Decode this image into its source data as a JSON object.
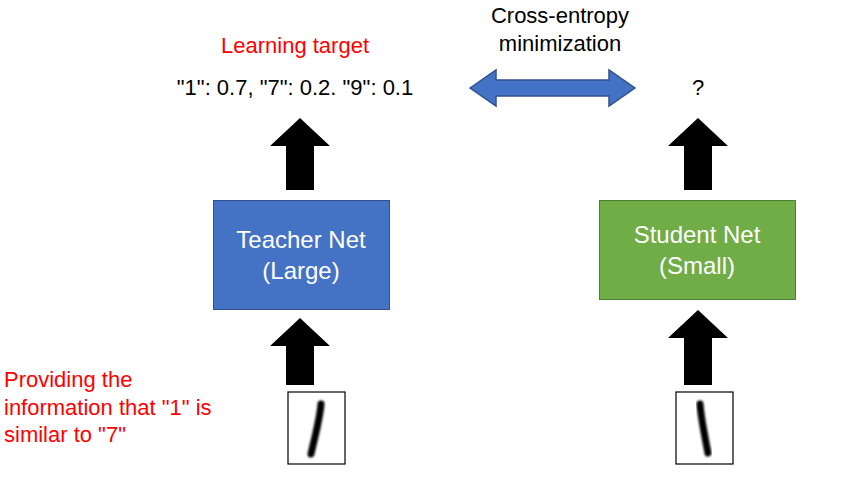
{
  "diagram": {
    "nodes": [
      {
        "text": [
          "Teacher Net (Large)"
        ]
      },
      {
        "text": [
          "Student Net (Small)"
        ]
      }
    ],
    "labels": [
      "Cross-entropy minimization",
      "Learning target",
      "\"1\": 0.7, \"7\": 0.2. \"9\": 0.1",
      "?",
      "Providing the information that \"1\" is similar to \"7\""
    ]
  }
}
